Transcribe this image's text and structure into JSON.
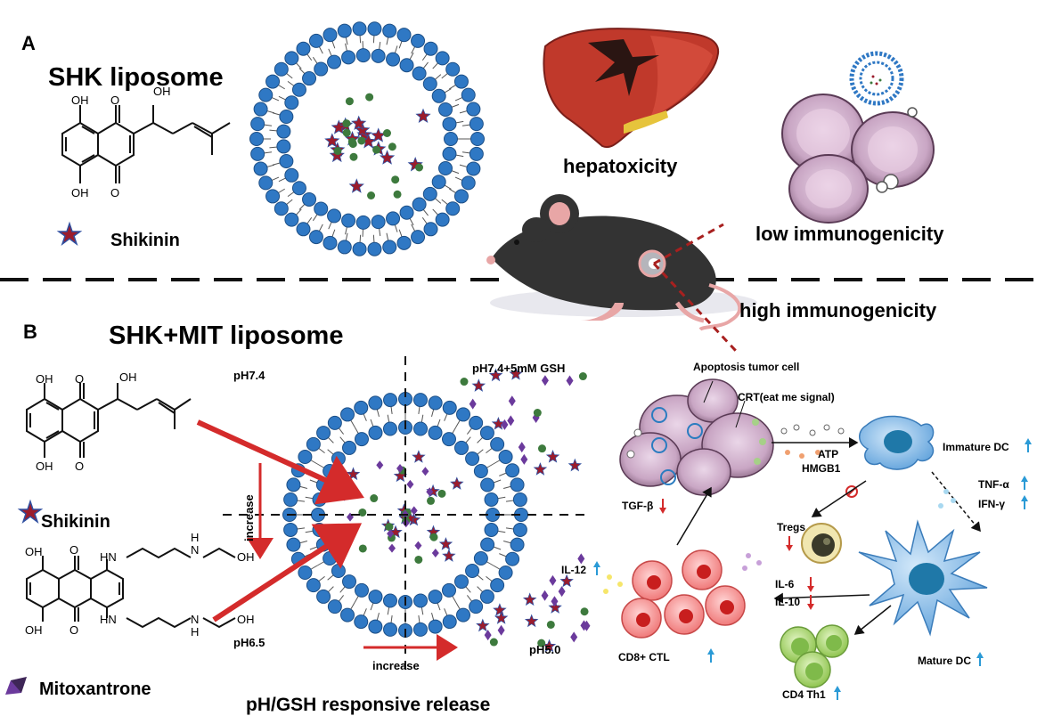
{
  "panel_a": {
    "letter": "A",
    "title": "SHK liposome",
    "legend_shikinin": "Shikinin",
    "hepatoxicity": "hepatoxicity",
    "low_immunogenicity": "low  immunogenicity",
    "high_immunogenicity": "high immunogenicity",
    "chem": {
      "oh": "OH",
      "o": "O"
    }
  },
  "panel_b": {
    "letter": "B",
    "title": "SHK+MIT liposome",
    "legend_shikinin": "Shikinin",
    "legend_mitoxantrone": "Mitoxantrone",
    "chem": {
      "oh": "OH",
      "o": "O",
      "hn": "HN",
      "h": "H",
      "n": "N"
    },
    "ph_top_left": "pH7.4",
    "ph_top_right": "pH7.4+5mM GSH",
    "ph_bottom_left": "pH6.5",
    "ph_bottom_right": "pH5.0",
    "increase_vertical": "increase",
    "increase_horizontal": "increase",
    "release_caption": "pH/GSH responsive release"
  },
  "immunity": {
    "apoptosis": "Apoptosis tumor cell",
    "crt": "CRT(eat me signal)",
    "atp": "ATP",
    "hmgb1": "HMGB1",
    "immature_dc": "Immature DC",
    "tnf": "TNF-α",
    "ifn": "IFN-γ",
    "tgf": "TGF-β",
    "tregs": "Tregs",
    "il12": "IL-12",
    "il6": "IL-6",
    "il10": "IL-10",
    "cd8": "CD8+ CTL",
    "mature_dc": "Mature DC",
    "cd4": "CD4 Th1"
  },
  "colors": {
    "lipid_head": "#2f78c4",
    "drug_star": "#9b1c2c",
    "drug_dot": "#3d7a3d",
    "mitoxantrone": "#6b3a9c",
    "arrow_red": "#d42b2b",
    "arrow_blue": "#2a9ad6",
    "liver": "#c0392b",
    "mouse": "#333333",
    "dc_blue": "#7fb6e6",
    "tumor": "#c9a6c4",
    "cd8": "#f07a7a",
    "cd4": "#a8d66a"
  },
  "icons": [
    "star-icon",
    "diamond-icon",
    "liver-icon",
    "mouse-icon",
    "tumor-cell-icon",
    "dendritic-cell-icon",
    "t-cell-icon",
    "treg-icon",
    "inhibit-icon"
  ]
}
